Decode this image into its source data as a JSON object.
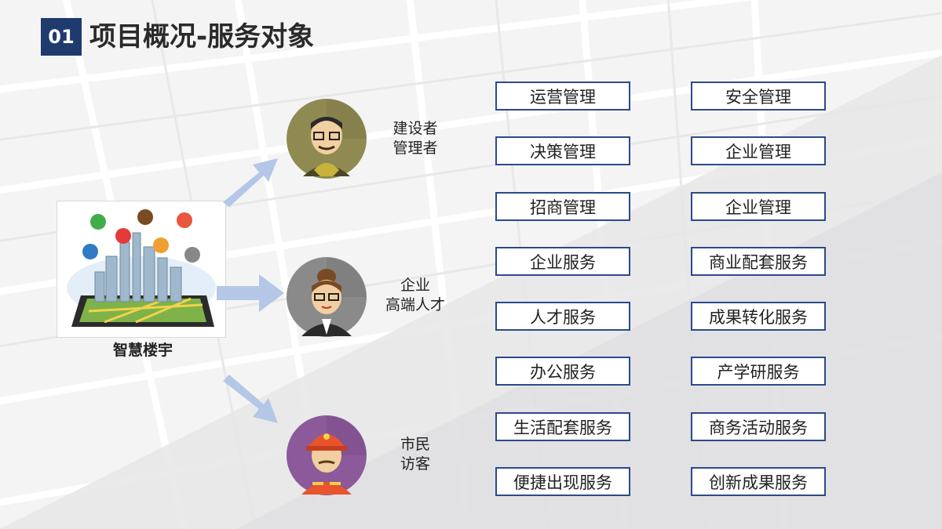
{
  "header": {
    "number": "01",
    "title": "项目概况-服务对象"
  },
  "source": {
    "label": "智慧楼宇",
    "pin_icons": [
      "smart-pin-icon",
      "smart-pin-icon",
      "smart-pin-icon",
      "smart-pin-icon",
      "smart-pin-icon",
      "smart-pin-icon",
      "smart-pin-icon"
    ]
  },
  "roles": [
    {
      "line1": "建设者",
      "line2": "管理者",
      "icon": "manager-avatar-icon"
    },
    {
      "line1": "企业",
      "line2": "高端人才",
      "icon": "talent-avatar-icon"
    },
    {
      "line1": "市民",
      "line2": "访客",
      "icon": "visitor-avatar-icon"
    }
  ],
  "services": {
    "left": [
      "运营管理",
      "决策管理",
      "招商管理",
      "企业服务",
      "人才服务",
      "办公服务",
      "生活配套服务",
      "便捷出现服务"
    ],
    "right": [
      "安全管理",
      "企业管理",
      "企业管理",
      "商业配套服务",
      "成果转化服务",
      "产学研服务",
      "商务活动服务",
      "创新成果服务"
    ]
  },
  "colors": {
    "accent": "#1f3b6e",
    "border": "#2b4a8b",
    "arrow": "#b4c7e7"
  }
}
